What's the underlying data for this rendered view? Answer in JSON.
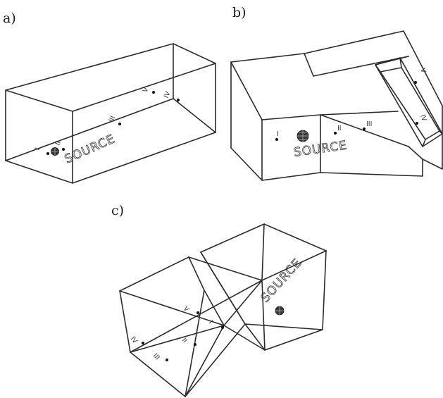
{
  "panels": [
    {
      "id": "a",
      "label": "a)",
      "source_label": "SOURCE",
      "points": [
        "I",
        "II",
        "III",
        "IV",
        "V"
      ]
    },
    {
      "id": "b",
      "label": "b)",
      "source_label": "SOURCE",
      "points": [
        "I",
        "II",
        "III",
        "IV",
        "V"
      ]
    },
    {
      "id": "c",
      "label": "c)",
      "source_label": "SOURCE",
      "points": [
        "I",
        "II",
        "III",
        "IV",
        "V"
      ]
    }
  ]
}
